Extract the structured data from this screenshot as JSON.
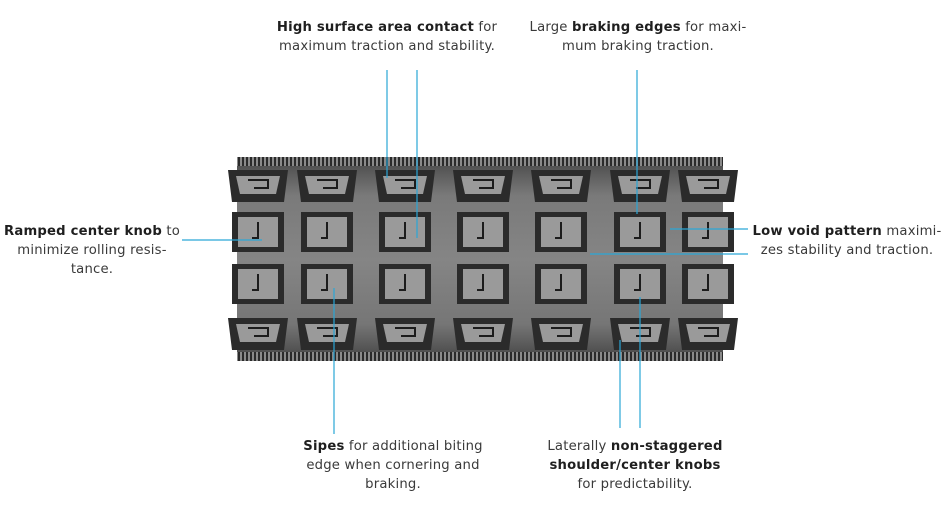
{
  "callouts": {
    "surface": {
      "bold": "High surface area contact",
      "rest_1": " for",
      "line2": "maximum traction and stability."
    },
    "braking": {
      "pre": "Large ",
      "bold": "braking edges",
      "rest_1": " for maxi-",
      "line2": "mum braking traction."
    },
    "ramped": {
      "bold": "Ramped center knob",
      "rest_1": " to",
      "line2": "minimize rolling resis-",
      "line3": "tance."
    },
    "void": {
      "bold": "Low void pattern",
      "rest_1": " maximi-",
      "line2": "zes stability and traction."
    },
    "sipes": {
      "bold": "Sipes",
      "rest_1": " for additional biting",
      "line2": "edge when cornering and",
      "line3": "braking."
    },
    "lateral": {
      "pre": "Laterally ",
      "bold_1": "non-staggered",
      "bold_2": "shoulder/center knobs",
      "line3": "for predictability."
    }
  },
  "colors": {
    "leader": "#2aa6d6",
    "tire_base": "#6f6f6f",
    "knob_face": "#9a9a9a",
    "knob_shadow": "#2b2b2b",
    "edge": "#1c1c1c"
  }
}
